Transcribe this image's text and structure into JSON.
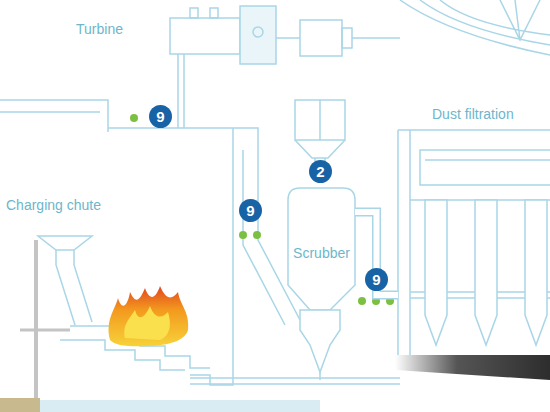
{
  "diagram": {
    "nodes": [
      {
        "text": [
          "Turbine"
        ]
      },
      {
        "text": [
          "Scrubber"
        ]
      },
      {
        "text": [
          "Dust filtration"
        ]
      }
    ],
    "edges": [
      {
        "from": 1,
        "to": 2,
        "arrow": "none"
      }
    ],
    "labels": [
      "Charging chute",
      "9",
      "2",
      "9",
      "9"
    ]
  }
}
